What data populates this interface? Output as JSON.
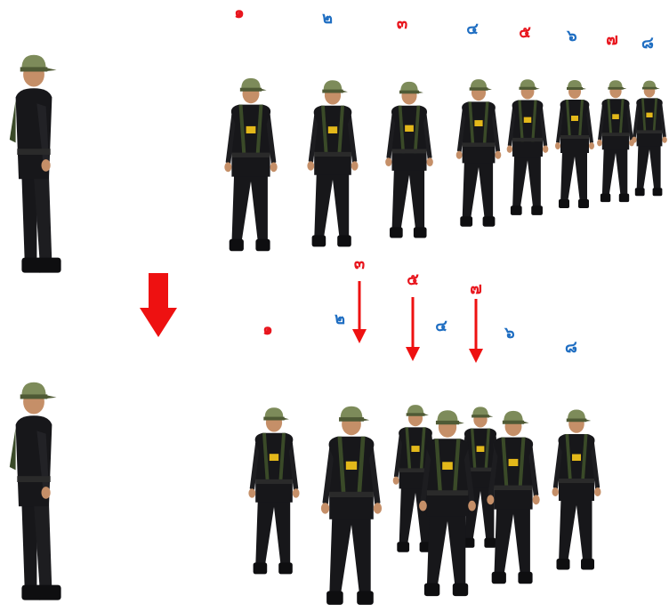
{
  "colors": {
    "red": "#e8141c",
    "blue": "#1f6ec2",
    "uniform": "#17171a",
    "strap": "#3a4a28",
    "cap_light": "#8d9b6a",
    "cap_dark": "#4f5a35",
    "skin": "#c58f68",
    "badge": "#e3b81a",
    "arrow": "#ee1111"
  },
  "top_row": {
    "labels": [
      {
        "text": "๑",
        "color": "red"
      },
      {
        "text": "๒",
        "color": "blue"
      },
      {
        "text": "๓",
        "color": "red"
      },
      {
        "text": "๔",
        "color": "blue"
      },
      {
        "text": "๕",
        "color": "red"
      },
      {
        "text": "๖",
        "color": "blue"
      },
      {
        "text": "๗",
        "color": "red"
      },
      {
        "text": "๘",
        "color": "blue"
      }
    ]
  },
  "bottom_row": {
    "front_labels": [
      {
        "text": "๑",
        "color": "red"
      },
      {
        "text": "๒",
        "color": "blue"
      },
      {
        "text": "๔",
        "color": "blue"
      },
      {
        "text": "๖",
        "color": "blue"
      },
      {
        "text": "๘",
        "color": "blue"
      }
    ],
    "stepped_back_labels": [
      {
        "text": "๓",
        "color": "red"
      },
      {
        "text": "๕",
        "color": "red"
      },
      {
        "text": "๗",
        "color": "red"
      }
    ]
  },
  "transition_arrow": {
    "icon": "down-arrow-icon",
    "direction": "down"
  }
}
